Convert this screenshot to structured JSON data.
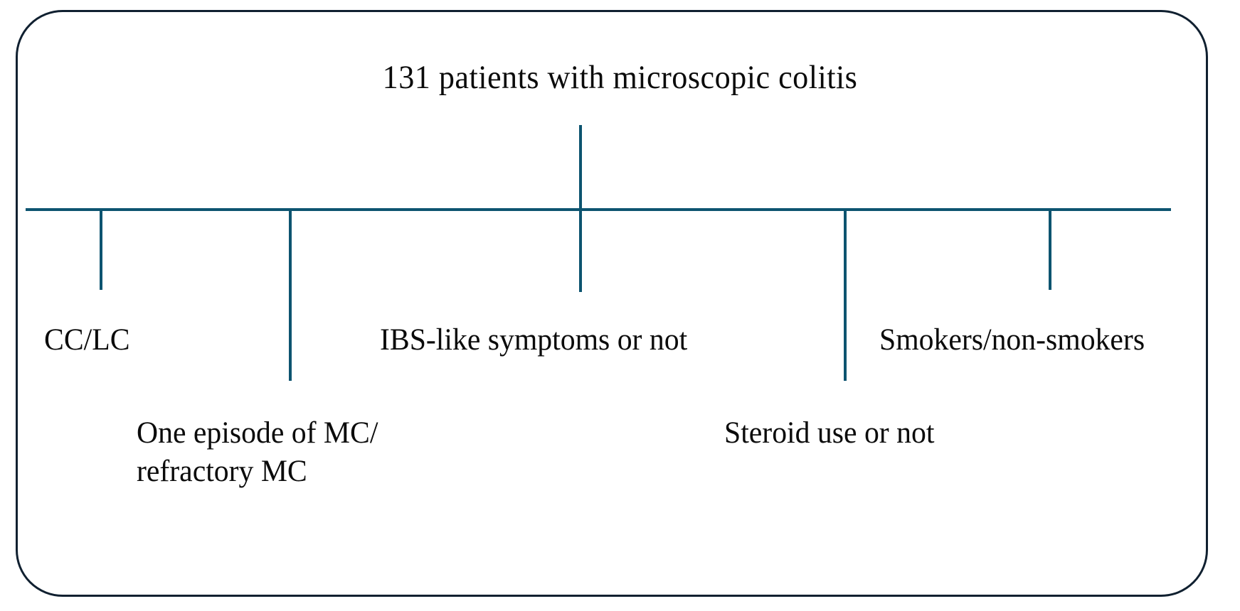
{
  "diagram": {
    "type": "flowchart",
    "frame_color": "#102030",
    "connector_color": "#0d5470",
    "text_color": "#0b0b0b",
    "root": {
      "label": "131 patients with microscopic colitis"
    },
    "branches": [
      {
        "id": "branch-cc-lc",
        "label": "CC/LC"
      },
      {
        "id": "branch-one-episode",
        "label_line1": "One episode of MC/",
        "label_line2": "refractory MC"
      },
      {
        "id": "branch-ibs",
        "label": "IBS-like symptoms  or not"
      },
      {
        "id": "branch-steroid",
        "label": "Steroid use  or not"
      },
      {
        "id": "branch-smokers",
        "label": "Smokers/non-smokers"
      }
    ]
  }
}
